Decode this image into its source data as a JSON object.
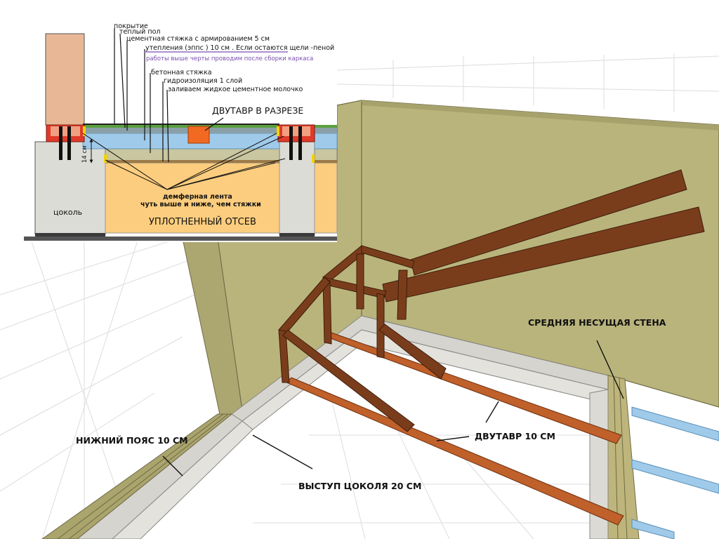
{
  "plan_labels": {
    "middle_wall": "СРЕДНЯЯ НЕСУЩАЯ СТЕНА",
    "i_beam": "ДВУТАВР 10 СМ",
    "bottom_belt": "НИЖНИЙ ПОЯС 10 СМ",
    "plinth_ledge": "ВЫСТУП ЦОКОЛЯ 20 СМ"
  },
  "section": {
    "layers": [
      "покрытие",
      "теплый пол",
      "цементная стяжка с армированием 5 см",
      "утепления (эппс ) 10 см . Если остаются щели -пеной",
      "работы выше черты проводим после сборки каркаса",
      "бетонная стяжка",
      "гидроизоляция 1 слой",
      "заливаем жидкое цементное молочко"
    ],
    "i_beam_section": "ДВУТАВР В РАЗРЕЗЕ",
    "damper_tape_1": "демферная лента",
    "damper_tape_2": "чуть выше и ниже, чем стяжки",
    "plinth": "цоколь",
    "compacted_screening": "УПЛОТНЕННЫЙ ОТСЕВ",
    "dimension": "14 см"
  },
  "colors": {
    "wall": "#b9b47c",
    "beam_dark": "#7a3d1c",
    "beam_orange": "#c0602a",
    "insulation": "#9fcaea",
    "screening": "#fccd7e",
    "plinth": "#dcdcd6",
    "ibeam_fill": "#f26a22"
  }
}
